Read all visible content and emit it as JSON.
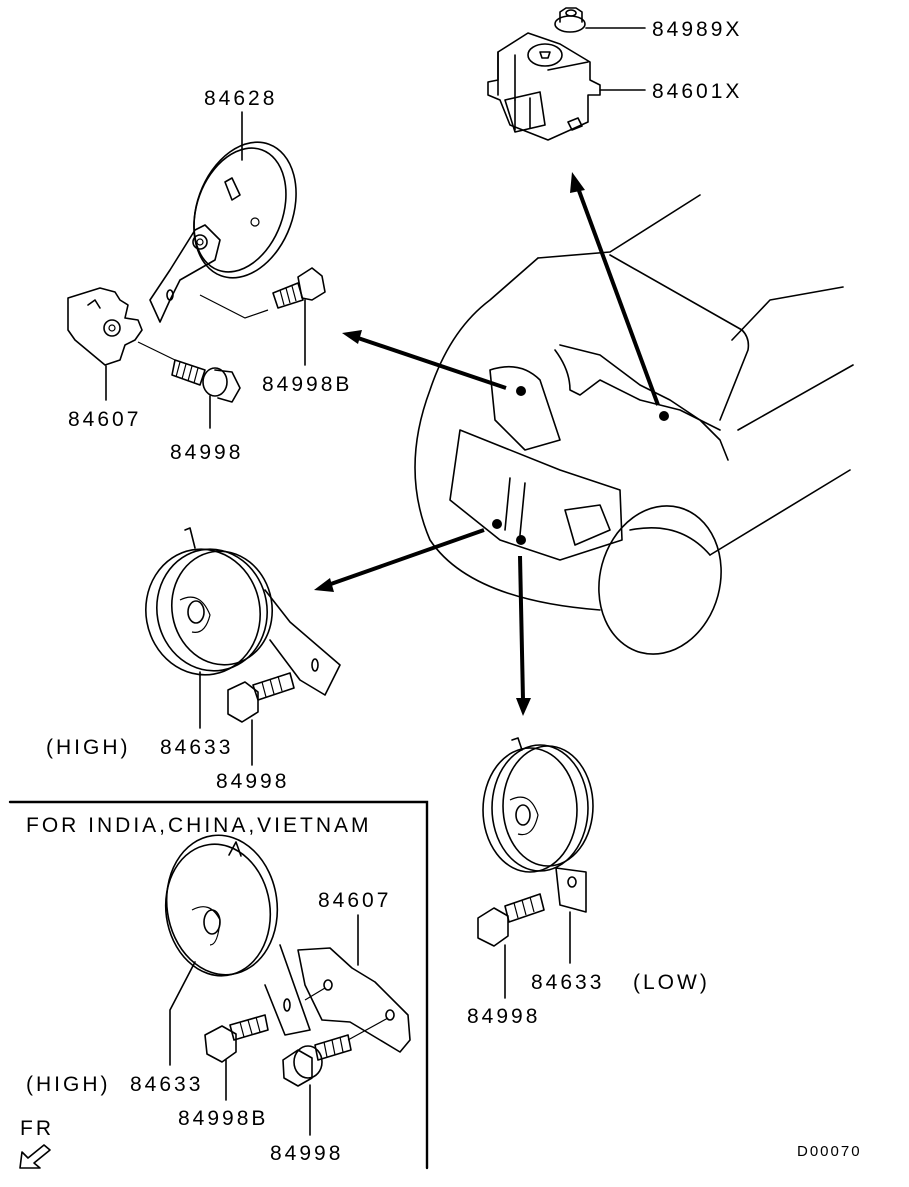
{
  "diagram": {
    "type": "exploded-parts-diagram",
    "subject": "Horn and horn relay installation",
    "drawing_code": "D00070",
    "direction_indicator": "FR",
    "callouts": {
      "relay_nut": "84989X",
      "relay": "84601X",
      "horn_top": "84628",
      "bracket_top": "84607",
      "bolt_top_b": "84998B",
      "bolt_top": "84998",
      "horn_high_qualifier": "(HIGH)",
      "horn_high": "84633",
      "bolt_high": "84998",
      "horn_low": "84633",
      "horn_low_qualifier": "(LOW)",
      "bolt_low": "84998"
    },
    "inset": {
      "title": "FOR INDIA,CHINA,VIETNAM",
      "callouts": {
        "bracket": "84607",
        "horn_high_qualifier": "(HIGH)",
        "horn_high": "84633",
        "bolt_b": "84998B",
        "bolt": "84998"
      }
    }
  }
}
